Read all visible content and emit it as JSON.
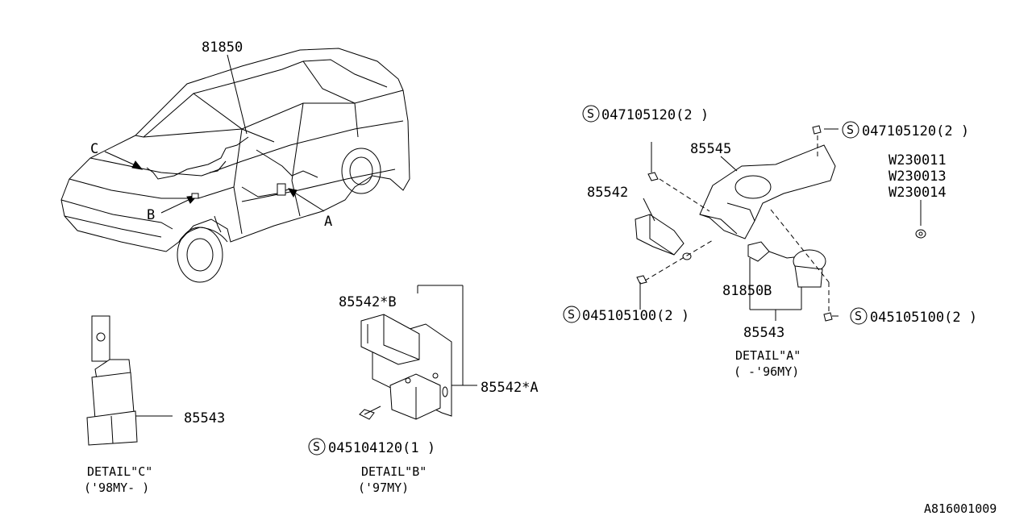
{
  "car_view": {
    "part_81850": "81850",
    "callout_a": "A",
    "callout_b": "B",
    "callout_c": "C"
  },
  "detail_a": {
    "bolt_top_left": "047105120(2 )",
    "bolt_top_right": "047105120(2 )",
    "bracket": "85545",
    "sensor_85542": "85542",
    "harness": "81850B",
    "assembly": "85543",
    "bolt_bottom_left": "045105100(2 )",
    "bolt_bottom_right": "045105100(2 )",
    "washer_codes": [
      "W230011",
      "W230013",
      "W230014"
    ],
    "title": "DETAIL\"A\"",
    "model_year": "( -'96MY)"
  },
  "detail_b": {
    "part_b": "85542*B",
    "part_a": "85542*A",
    "bolt": "045104120(1 )",
    "title": "DETAIL\"B\"",
    "model_year": "('97MY)"
  },
  "detail_c": {
    "part": "85543",
    "title": "DETAIL\"C\"",
    "model_year": "('98MY- )"
  },
  "bolt_symbol": "S",
  "drawing_number": "A816001009"
}
